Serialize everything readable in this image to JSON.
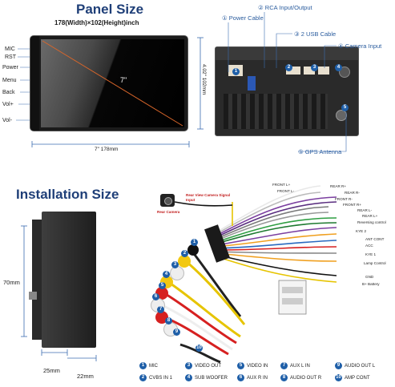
{
  "panel": {
    "title": "Panel Size",
    "dimensions": "178(Width)×102(Height)inch",
    "screen_size": "7\"",
    "width_label": "7\"   178mm",
    "height_label": "4.02\"   102mm",
    "side_buttons": [
      "MIC",
      "RST",
      "Power",
      "Menu",
      "Back",
      "Vol+",
      "Vol-"
    ]
  },
  "rear": {
    "labels": [
      "① Power Cable",
      "② RCA Input/Output",
      "③ 2 USB Cable",
      "④ Camera Input",
      "⑤ GPS Antenna"
    ]
  },
  "installation": {
    "title": "Installation Size",
    "height": "70mm",
    "depth1": "25mm",
    "depth2": "22mm"
  },
  "harness": {
    "camera_label": "Rear View Camera Signal Input",
    "camera_name": "Rear Camera",
    "wires": [
      "FRONT L+",
      "FRONT L-",
      "REAR R+",
      "REAR R-",
      "FRONT R-",
      "FRONT R+",
      "REAR L-",
      "REAR L+",
      "Reversing control",
      "KYE 2",
      "ANT CONT",
      "ACC",
      "KYE 1",
      "Lamp Control",
      "GND",
      "B+ Battery"
    ]
  },
  "legend": [
    {
      "num": "1",
      "text": "MIC"
    },
    {
      "num": "2",
      "text": "CVBS IN 1"
    },
    {
      "num": "3",
      "text": "VIDEO OUT"
    },
    {
      "num": "4",
      "text": "SUB WOOFER"
    },
    {
      "num": "5",
      "text": "VIDEO IN"
    },
    {
      "num": "6",
      "text": "AUX R IN"
    },
    {
      "num": "7",
      "text": "AUX L IN"
    },
    {
      "num": "8",
      "text": "AUDIO OUT R"
    },
    {
      "num": "9",
      "text": "AUDIO OUT L"
    },
    {
      "num": "10",
      "text": "AMP CONT"
    }
  ]
}
